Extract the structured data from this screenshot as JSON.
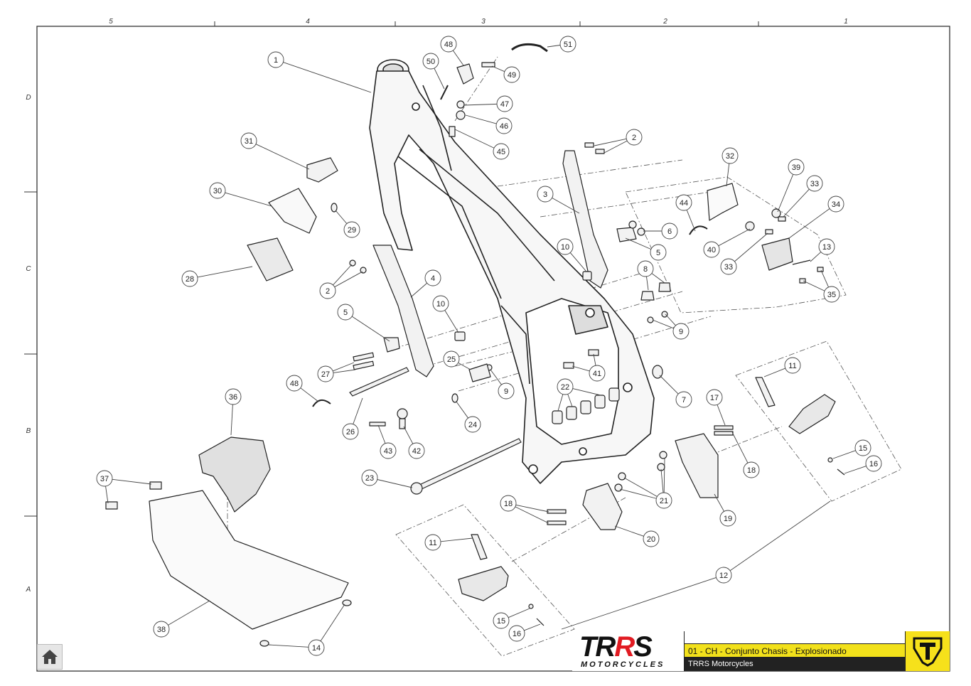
{
  "sheet": {
    "columns": [
      "5",
      "4",
      "3",
      "2",
      "1"
    ],
    "rows": [
      "D",
      "C",
      "B",
      "A"
    ]
  },
  "title_block": {
    "brand_main_left": "TR",
    "brand_main_accent": "R",
    "brand_main_right": "S",
    "brand_sub": "MOTORCYCLES",
    "drawing_title": "01 - CH - Conjunto Chasis - Explosionado",
    "company": "TRRS Motorcycles"
  },
  "colors": {
    "title_bar": "#f2e11b",
    "company_bar": "#222222",
    "brand_accent": "#e11b22",
    "line": "#333333"
  },
  "icons": {
    "home": "home-icon",
    "logo_mark": "trrs-t-logo-icon"
  },
  "callouts": [
    {
      "id": "1",
      "label": "1"
    },
    {
      "id": "2a",
      "label": "2"
    },
    {
      "id": "2b",
      "label": "2"
    },
    {
      "id": "3",
      "label": "3"
    },
    {
      "id": "4",
      "label": "4"
    },
    {
      "id": "5a",
      "label": "5"
    },
    {
      "id": "5b",
      "label": "5"
    },
    {
      "id": "6",
      "label": "6"
    },
    {
      "id": "7",
      "label": "7"
    },
    {
      "id": "8",
      "label": "8"
    },
    {
      "id": "9a",
      "label": "9"
    },
    {
      "id": "9b",
      "label": "9"
    },
    {
      "id": "10a",
      "label": "10"
    },
    {
      "id": "10b",
      "label": "10"
    },
    {
      "id": "11a",
      "label": "11"
    },
    {
      "id": "11b",
      "label": "11"
    },
    {
      "id": "12",
      "label": "12"
    },
    {
      "id": "13",
      "label": "13"
    },
    {
      "id": "14",
      "label": "14"
    },
    {
      "id": "15a",
      "label": "15"
    },
    {
      "id": "15b",
      "label": "15"
    },
    {
      "id": "16a",
      "label": "16"
    },
    {
      "id": "16b",
      "label": "16"
    },
    {
      "id": "17",
      "label": "17"
    },
    {
      "id": "18a",
      "label": "18"
    },
    {
      "id": "18b",
      "label": "18"
    },
    {
      "id": "19",
      "label": "19"
    },
    {
      "id": "20",
      "label": "20"
    },
    {
      "id": "21a",
      "label": "21"
    },
    {
      "id": "22",
      "label": "22"
    },
    {
      "id": "23",
      "label": "23"
    },
    {
      "id": "24",
      "label": "24"
    },
    {
      "id": "25",
      "label": "25"
    },
    {
      "id": "26",
      "label": "26"
    },
    {
      "id": "27",
      "label": "27"
    },
    {
      "id": "28",
      "label": "28"
    },
    {
      "id": "29",
      "label": "29"
    },
    {
      "id": "30",
      "label": "30"
    },
    {
      "id": "31",
      "label": "31"
    },
    {
      "id": "32",
      "label": "32"
    },
    {
      "id": "33a",
      "label": "33"
    },
    {
      "id": "33b",
      "label": "33"
    },
    {
      "id": "34",
      "label": "34"
    },
    {
      "id": "35",
      "label": "35"
    },
    {
      "id": "36",
      "label": "36"
    },
    {
      "id": "37",
      "label": "37"
    },
    {
      "id": "38",
      "label": "38"
    },
    {
      "id": "39",
      "label": "39"
    },
    {
      "id": "40",
      "label": "40"
    },
    {
      "id": "41",
      "label": "41"
    },
    {
      "id": "42",
      "label": "42"
    },
    {
      "id": "43",
      "label": "43"
    },
    {
      "id": "44",
      "label": "44"
    },
    {
      "id": "45",
      "label": "45"
    },
    {
      "id": "46",
      "label": "46"
    },
    {
      "id": "47",
      "label": "47"
    },
    {
      "id": "48a",
      "label": "48"
    },
    {
      "id": "48b",
      "label": "48"
    },
    {
      "id": "49",
      "label": "49"
    },
    {
      "id": "50",
      "label": "50"
    },
    {
      "id": "51",
      "label": "51"
    }
  ]
}
